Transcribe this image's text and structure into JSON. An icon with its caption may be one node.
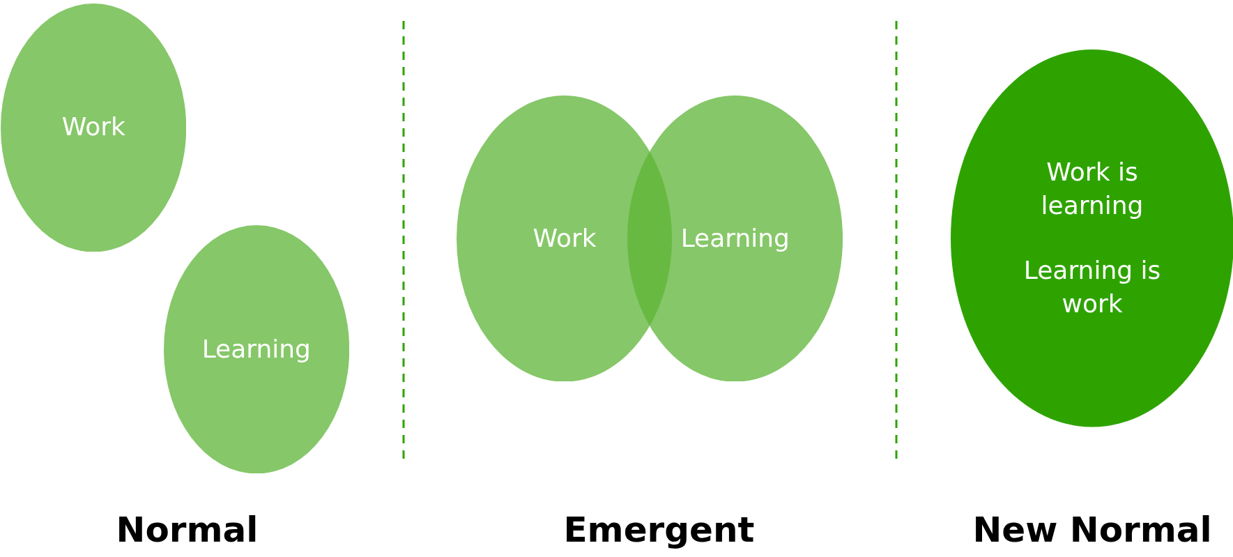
{
  "diagram": {
    "nodes": [
      {
        "text": [
          "Work"
        ]
      },
      {
        "text": [
          "Learning"
        ]
      },
      {
        "text": [
          "Work"
        ]
      },
      {
        "text": [
          "Learning"
        ]
      },
      {
        "text": [
          "Work is learning",
          "Learning is work"
        ]
      }
    ],
    "labels": [
      "Normal",
      "Emergent",
      "New Normal"
    ]
  }
}
